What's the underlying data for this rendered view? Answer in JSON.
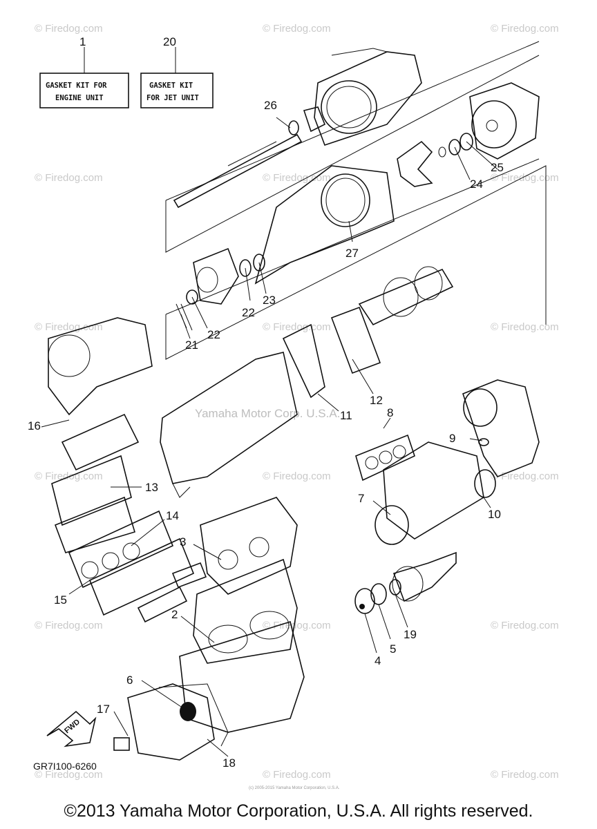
{
  "kits": [
    {
      "number": "1",
      "line1": "GASKET KIT FOR",
      "line2": "ENGINE UNIT"
    },
    {
      "number": "20",
      "line1": "GASKET KIT",
      "line2": "FOR JET UNIT"
    }
  ],
  "callouts": [
    "26",
    "25",
    "24",
    "27",
    "22",
    "23",
    "22",
    "21",
    "12",
    "11",
    "8",
    "9",
    "16",
    "13",
    "7",
    "10",
    "14",
    "3",
    "15",
    "2",
    "19",
    "5",
    "4",
    "6",
    "17",
    "18"
  ],
  "diagram_code": "GR7I100-6260",
  "fwd_label": "FWD",
  "watermarks": {
    "firedog": "© Firedog.com",
    "yamaha": "Yamaha Motor Corp. U.S.A.",
    "tiny": "(c) 2005-2015 Yamaha Motor Corporation, U.S.A."
  },
  "copyright": "©2013 Yamaha Motor Corporation, U.S.A. All rights reserved."
}
